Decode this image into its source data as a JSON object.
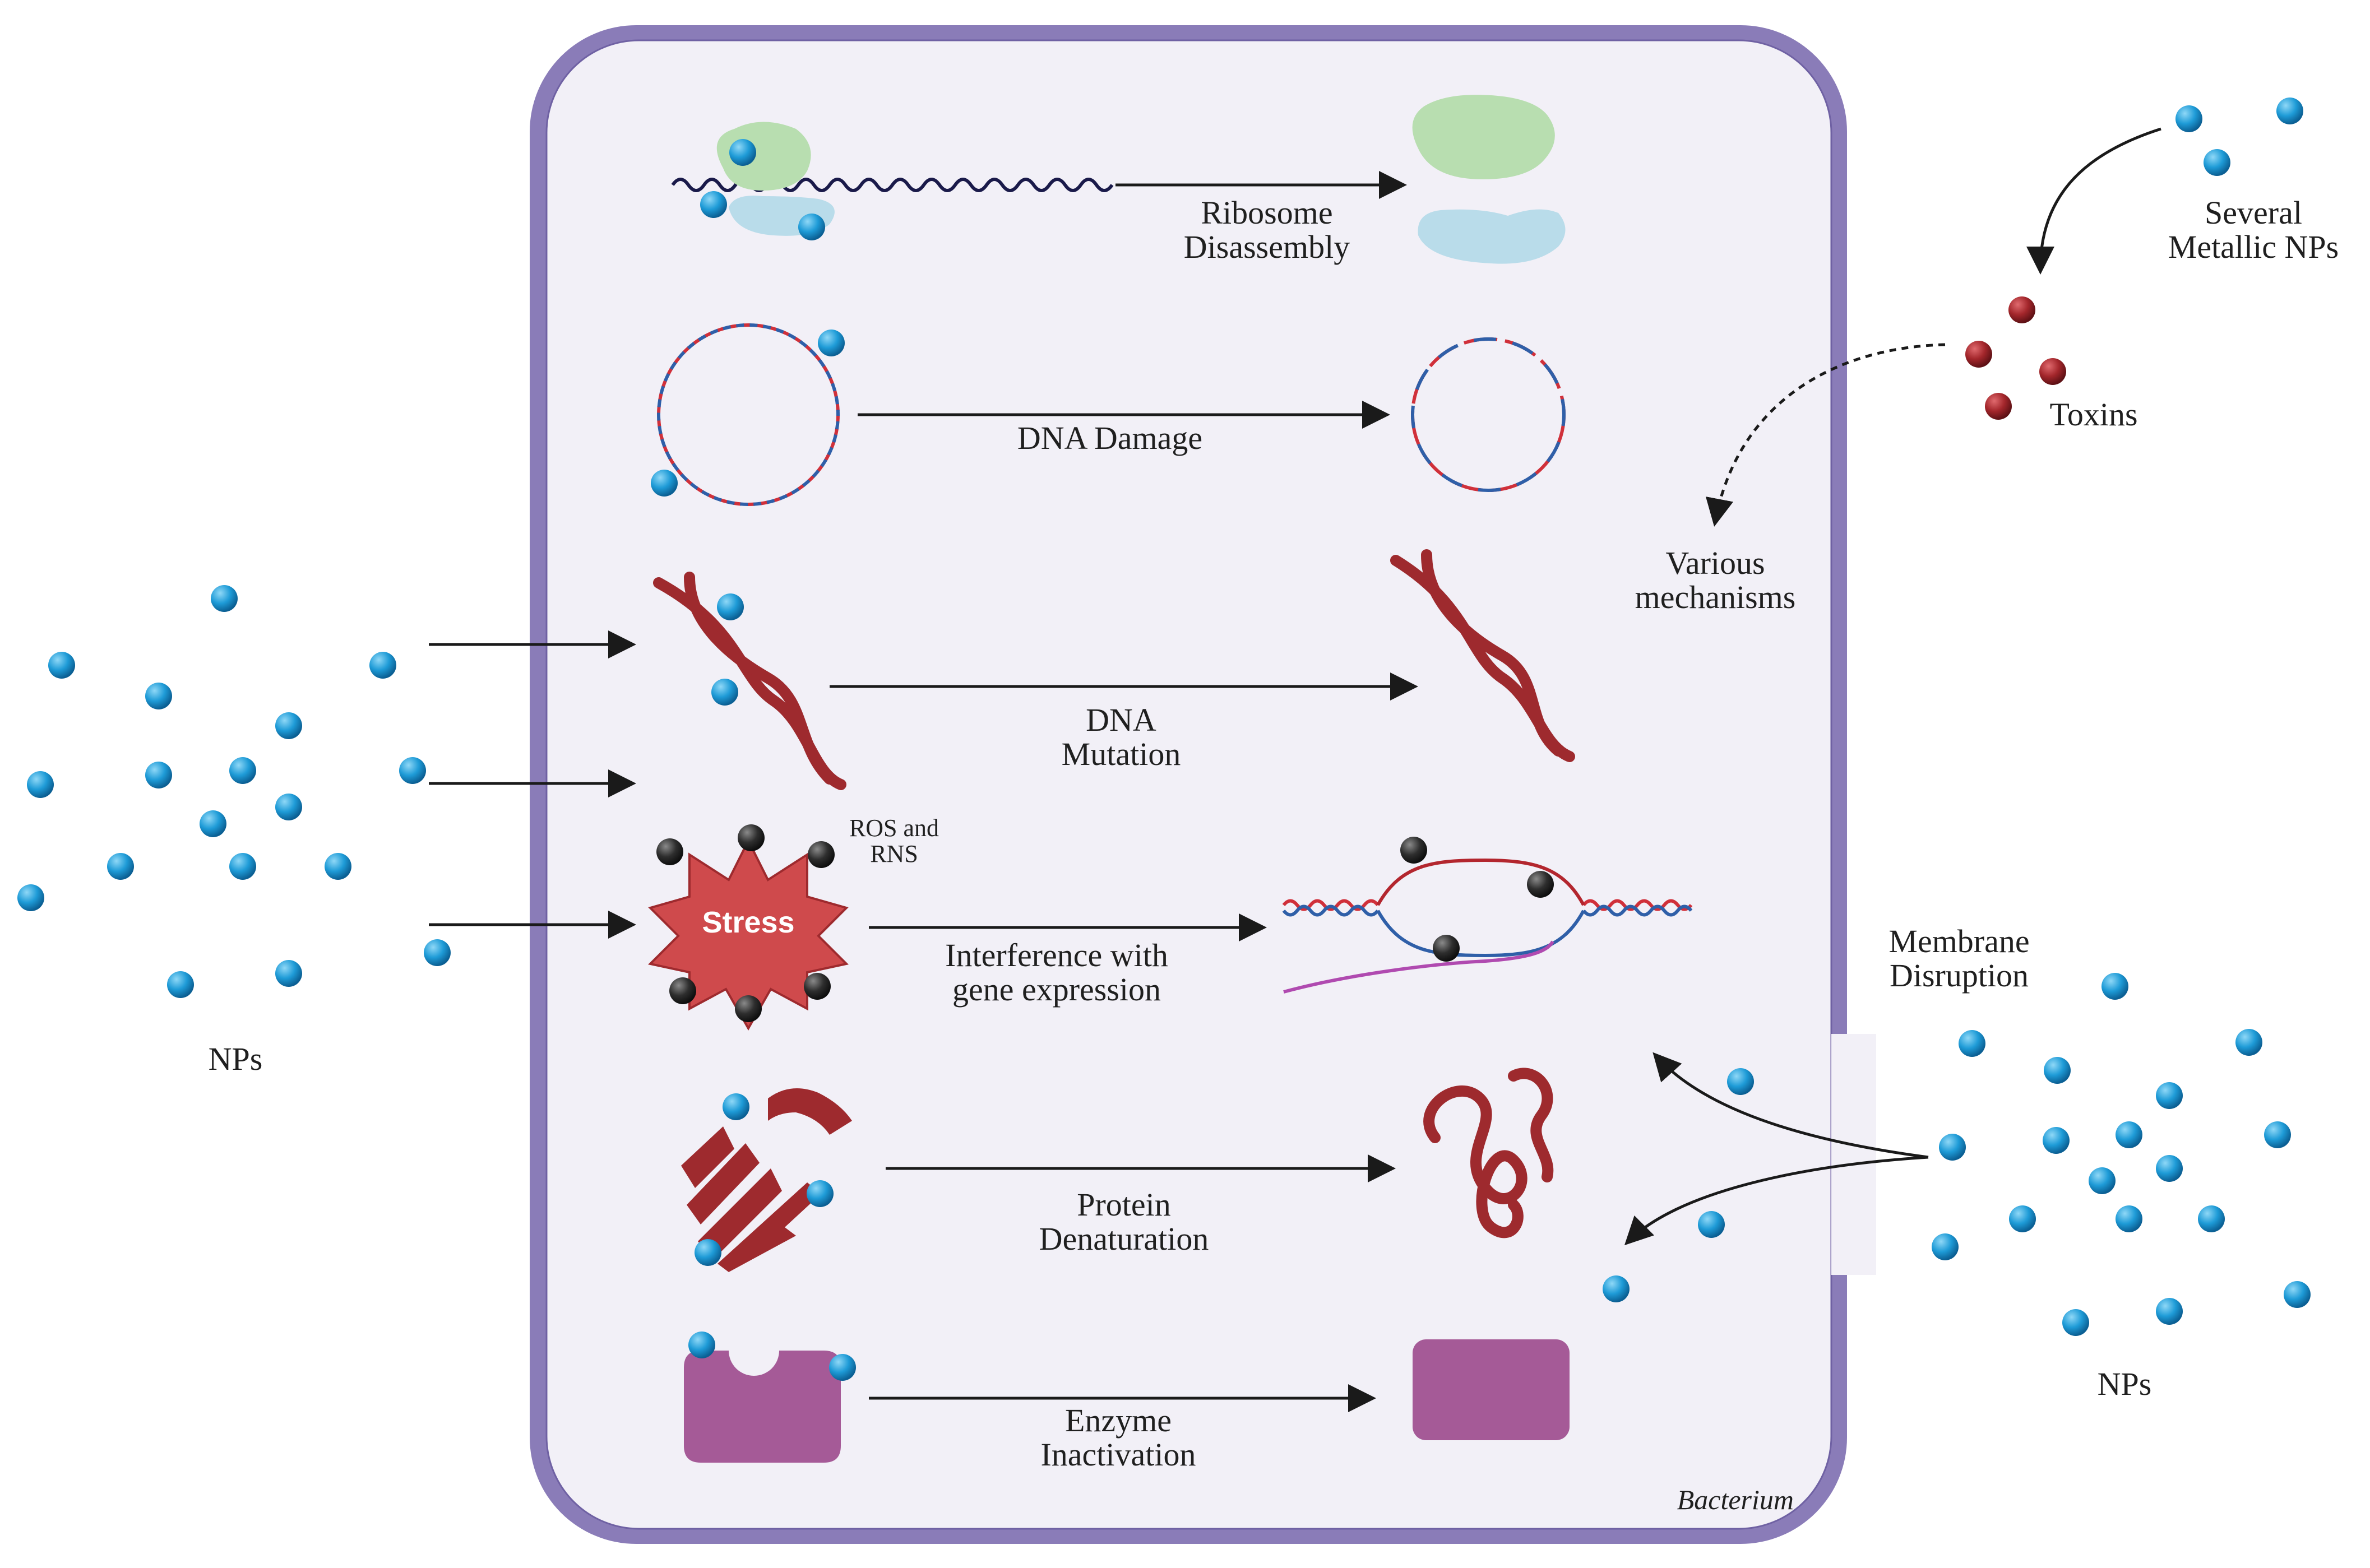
{
  "cell": {
    "label": "Bacterium"
  },
  "pathways": {
    "ribosome": {
      "line1": "Ribosome",
      "line2": "Disassembly"
    },
    "dna_damage": {
      "line1": "DNA Damage"
    },
    "dna_mutation": {
      "line1": "DNA",
      "line2": "Mutation"
    },
    "ros": {
      "line1": "ROS and",
      "line2": "RNS",
      "stress_word": "Stress"
    },
    "gene_expression": {
      "line1": "Interference with",
      "line2": "gene expression"
    },
    "protein": {
      "line1": "Protein",
      "line2": "Denaturation"
    },
    "enzyme": {
      "line1": "Enzyme",
      "line2": "Inactivation"
    }
  },
  "external": {
    "left_group": {
      "label": "NPs"
    },
    "right_group": {
      "label": "NPs"
    },
    "metallic": {
      "line1": "Several",
      "line2": "Metallic NPs"
    },
    "toxins": {
      "label": "Toxins"
    },
    "various": {
      "line1": "Various",
      "line2": "mechanisms"
    },
    "membrane": {
      "line1": "Membrane",
      "line2": "Disruption"
    }
  },
  "colors": {
    "cell_border": "#8a7cb8",
    "cell_fill": "#f2f0f7",
    "nanoparticle": "#1e9bd7",
    "toxin": "#a3262b",
    "ros_particle": "#2e2e2e",
    "dna_red": "#d0303a",
    "dna_blue": "#2f5fa8",
    "helix_maroon": "#9e2a2e",
    "enzyme_purple": "#a55a97",
    "ribosome_green": "#b8deb0",
    "ribosome_blue": "#b9dcea",
    "stress_red": "#cf4a4c"
  }
}
